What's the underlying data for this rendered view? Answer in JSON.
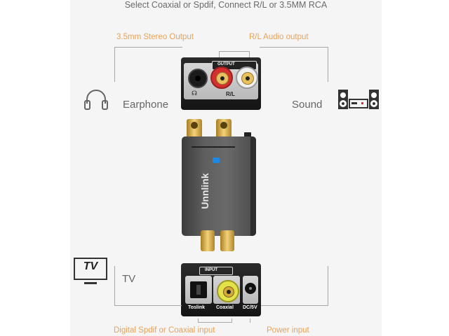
{
  "caption": "Select Coaxial or Spdif,  Connect R/L or 3.5MM RCA",
  "labels": {
    "stereo_output": "3.5mm Stereo Output",
    "rl_audio_output": "R/L Audio output",
    "earphone": "Earphone",
    "sound": "Sound",
    "tv": "TV",
    "digital_input": "Digital Spdif or Coaxial input",
    "power_input": "Power input"
  },
  "output_device": {
    "badge": "OUTPUT",
    "headphone_glyph": "☊",
    "rl": "R/L"
  },
  "input_device": {
    "badge": "INPUT",
    "toslink": "Toslink",
    "coaxial": "Coaxial",
    "dc": "DC/5V"
  },
  "brand": "Unnlink",
  "tv_icon_text": "TV",
  "colors": {
    "accent_orange": "#e8a25a",
    "brand_blue": "#1e88e5",
    "rca_red": "#d32f2f",
    "gold": "#d4a93a"
  }
}
